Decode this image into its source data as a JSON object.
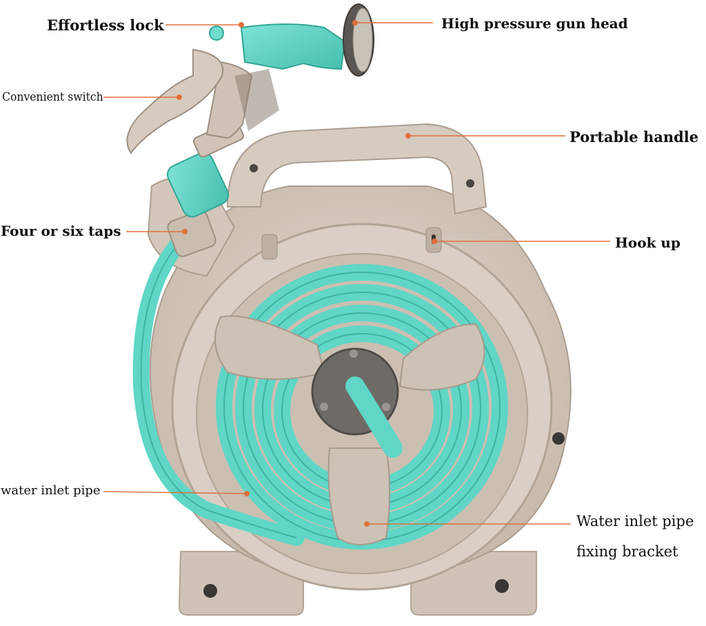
{
  "labels": {
    "effortless_lock": "Effortless lock",
    "gun_head": "High pressure gun head",
    "convenient_switch": "Convenient switch",
    "portable_handle": "Portable handle",
    "four_six_taps": "Four or six taps",
    "hook_up": "Hook up",
    "water_inlet_pipe": "water inlet pipe",
    "bracket_line1": "Water inlet pipe",
    "bracket_line2": "fixing bracket"
  },
  "colors": {
    "leader": "#e0703a",
    "hose": "#5fd6c6",
    "hose_dark": "#3fb3a3",
    "body": "#d4c9bd",
    "body_dark": "#b8aa9c",
    "hub": "#6e6b67"
  }
}
